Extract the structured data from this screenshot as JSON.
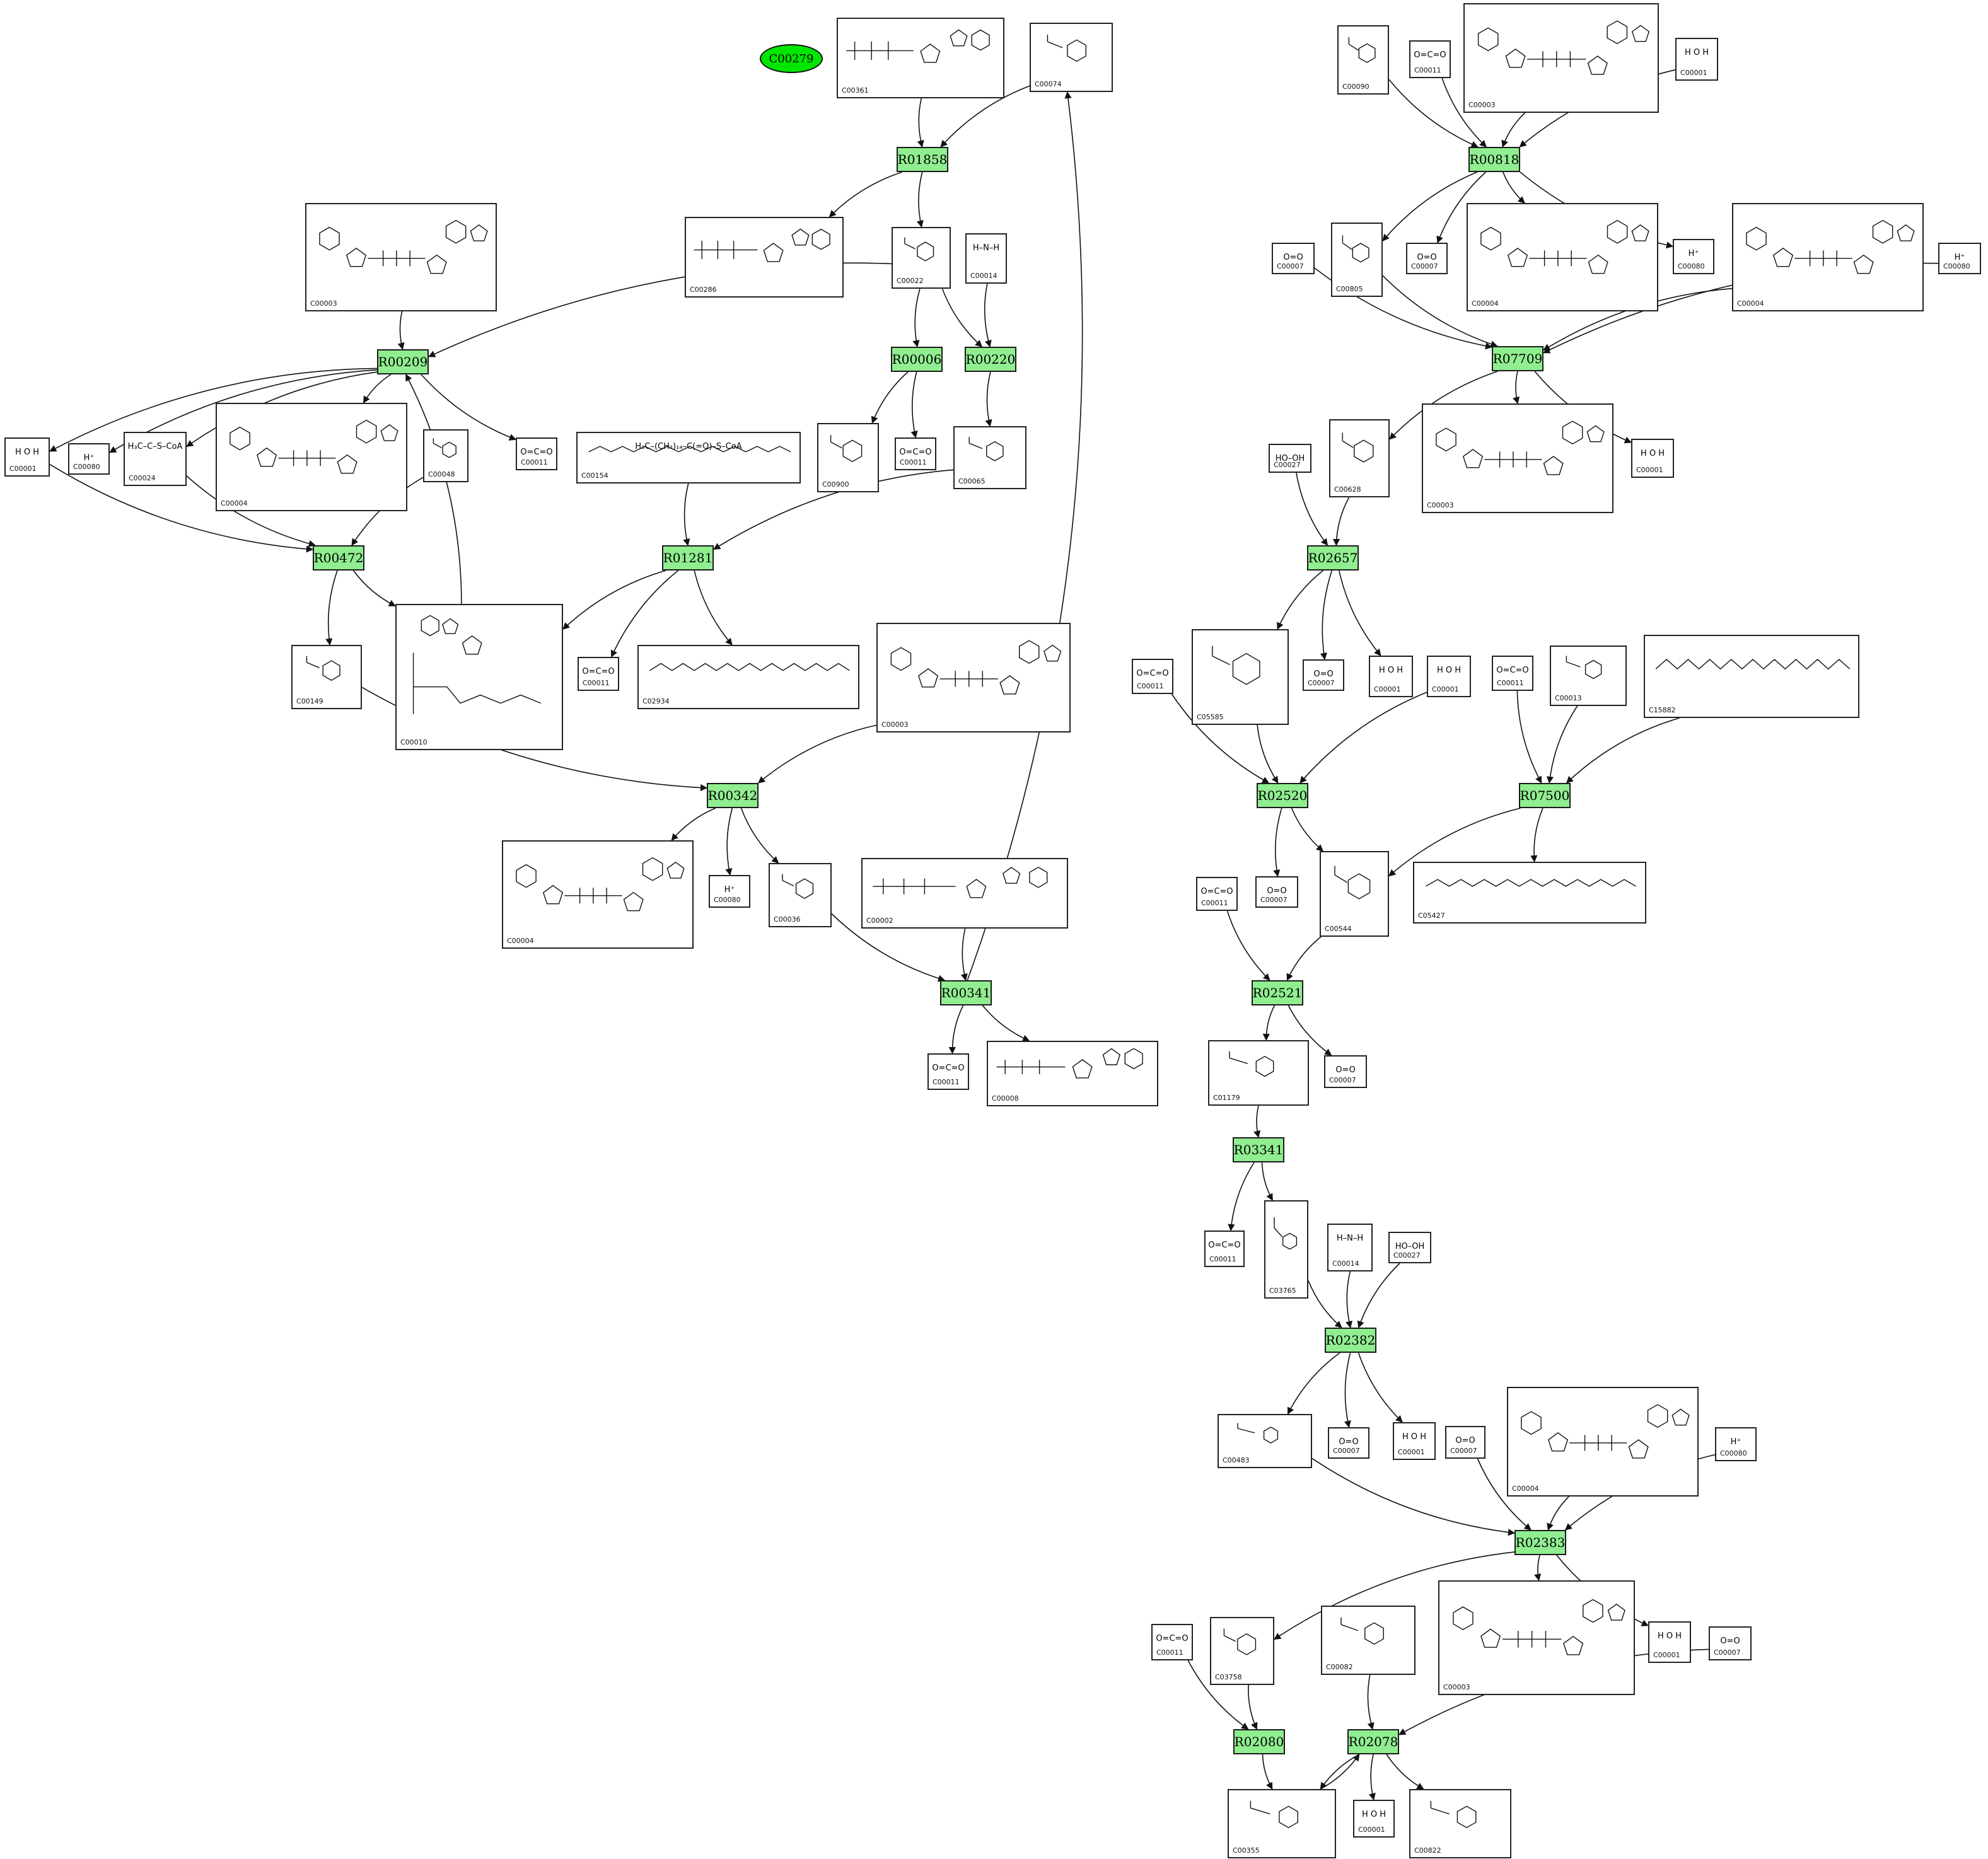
{
  "diagram": {
    "type": "KEGG reaction network",
    "root_node": "C00279",
    "colors": {
      "reaction_fill": "#90ee90",
      "root_fill": "#00e600",
      "compound_fill": "#ffffff",
      "edge": "#111111"
    }
  },
  "reactions": [
    {
      "id": "R01858"
    },
    {
      "id": "R00209"
    },
    {
      "id": "R00006"
    },
    {
      "id": "R00220"
    },
    {
      "id": "R00472"
    },
    {
      "id": "R01281"
    },
    {
      "id": "R00342"
    },
    {
      "id": "R00341"
    },
    {
      "id": "R00818"
    },
    {
      "id": "R07709"
    },
    {
      "id": "R02657"
    },
    {
      "id": "R02520"
    },
    {
      "id": "R07500"
    },
    {
      "id": "R02521"
    },
    {
      "id": "R03341"
    },
    {
      "id": "R02382"
    },
    {
      "id": "R02383"
    },
    {
      "id": "R02080"
    },
    {
      "id": "R02078"
    }
  ],
  "compounds": [
    {
      "key": "c361",
      "id": "C00361",
      "formula": "",
      "kind": "nucleotide"
    },
    {
      "key": "c74",
      "id": "C00074",
      "formula": "",
      "kind": "small"
    },
    {
      "key": "c286",
      "id": "C00286",
      "formula": "",
      "kind": "nucleotide"
    },
    {
      "key": "c3a",
      "id": "C00003",
      "formula": "",
      "kind": "nad"
    },
    {
      "key": "c22",
      "id": "C00022",
      "formula": "",
      "kind": "small"
    },
    {
      "key": "c14a",
      "id": "C00014",
      "formula": "H–N–H",
      "kind": "formula"
    },
    {
      "key": "c1a",
      "id": "C00001",
      "formula": "H   O   H",
      "kind": "formula"
    },
    {
      "key": "c80a",
      "id": "C00080",
      "formula": "H⁺",
      "kind": "formula"
    },
    {
      "key": "c24",
      "id": "C00024",
      "formula": "H₃C–C–S–CoA",
      "kind": "formula"
    },
    {
      "key": "c4a",
      "id": "C00004",
      "formula": "",
      "kind": "nad"
    },
    {
      "key": "c48",
      "id": "C00048",
      "formula": "",
      "kind": "small"
    },
    {
      "key": "c11a",
      "id": "C00011",
      "formula": "O=C=O",
      "kind": "formula"
    },
    {
      "key": "c154",
      "id": "C00154",
      "formula": "H₃C–(CH₂)₁₄–C(=O)–S–CoA",
      "kind": "chain"
    },
    {
      "key": "c900",
      "id": "C00900",
      "formula": "",
      "kind": "small"
    },
    {
      "key": "c11b",
      "id": "C00011",
      "formula": "O=C=O",
      "kind": "formula"
    },
    {
      "key": "c65",
      "id": "C00065",
      "formula": "",
      "kind": "small"
    },
    {
      "key": "c149",
      "id": "C00149",
      "formula": "",
      "kind": "small"
    },
    {
      "key": "c10",
      "id": "C00010",
      "formula": "",
      "kind": "coa"
    },
    {
      "key": "c11c",
      "id": "C00011",
      "formula": "O=C=O",
      "kind": "formula"
    },
    {
      "key": "c2934",
      "id": "C02934",
      "formula": "",
      "kind": "chain"
    },
    {
      "key": "c3b",
      "id": "C00003",
      "formula": "",
      "kind": "nad"
    },
    {
      "key": "c4b",
      "id": "C00004",
      "formula": "",
      "kind": "nad"
    },
    {
      "key": "c80b",
      "id": "C00080",
      "formula": "H⁺",
      "kind": "formula"
    },
    {
      "key": "c36",
      "id": "C00036",
      "formula": "",
      "kind": "small"
    },
    {
      "key": "c2",
      "id": "C00002",
      "formula": "",
      "kind": "nucleotide"
    },
    {
      "key": "c11d",
      "id": "C00011",
      "formula": "O=C=O",
      "kind": "formula"
    },
    {
      "key": "c8",
      "id": "C00008",
      "formula": "",
      "kind": "nucleotide"
    },
    {
      "key": "c90",
      "id": "C00090",
      "formula": "",
      "kind": "small"
    },
    {
      "key": "c11e",
      "id": "C00011",
      "formula": "O=C=O",
      "kind": "formula"
    },
    {
      "key": "c3c",
      "id": "C00003",
      "formula": "",
      "kind": "nad"
    },
    {
      "key": "c1b",
      "id": "C00001",
      "formula": "H   O   H",
      "kind": "formula"
    },
    {
      "key": "c805",
      "id": "C00805",
      "formula": "",
      "kind": "small"
    },
    {
      "key": "c7a",
      "id": "C00007",
      "formula": "O=O",
      "kind": "formula"
    },
    {
      "key": "c4c",
      "id": "C00004",
      "formula": "",
      "kind": "nad"
    },
    {
      "key": "c80c",
      "id": "C00080",
      "formula": "H⁺",
      "kind": "formula"
    },
    {
      "key": "c7b",
      "id": "C00007",
      "formula": "O=O",
      "kind": "formula"
    },
    {
      "key": "c4d",
      "id": "C00004",
      "formula": "",
      "kind": "nad"
    },
    {
      "key": "c80d",
      "id": "C00080",
      "formula": "H⁺",
      "kind": "formula"
    },
    {
      "key": "c628",
      "id": "C00628",
      "formula": "",
      "kind": "small"
    },
    {
      "key": "c3d",
      "id": "C00003",
      "formula": "",
      "kind": "nad"
    },
    {
      "key": "c1c",
      "id": "C00001",
      "formula": "H   O   H",
      "kind": "formula"
    },
    {
      "key": "c27a",
      "id": "C00027",
      "formula": "HO–OH",
      "kind": "formula"
    },
    {
      "key": "c5585",
      "id": "C05585",
      "formula": "",
      "kind": "small"
    },
    {
      "key": "c7c",
      "id": "C00007",
      "formula": "O=O",
      "kind": "formula"
    },
    {
      "key": "c1d",
      "id": "C00001",
      "formula": "H   O   H",
      "kind": "formula"
    },
    {
      "key": "c11f",
      "id": "C00011",
      "formula": "O=C=O",
      "kind": "formula"
    },
    {
      "key": "c1e",
      "id": "C00001",
      "formula": "H   O   H",
      "kind": "formula"
    },
    {
      "key": "c11g",
      "id": "C00011",
      "formula": "O=C=O",
      "kind": "formula"
    },
    {
      "key": "c13",
      "id": "C00013",
      "formula": "",
      "kind": "small"
    },
    {
      "key": "c15882",
      "id": "C15882",
      "formula": "",
      "kind": "chain"
    },
    {
      "key": "c11h",
      "id": "C00011",
      "formula": "O=C=O",
      "kind": "formula"
    },
    {
      "key": "c7d",
      "id": "C00007",
      "formula": "O=O",
      "kind": "formula"
    },
    {
      "key": "c544",
      "id": "C00544",
      "formula": "",
      "kind": "small"
    },
    {
      "key": "c5427",
      "id": "C05427",
      "formula": "",
      "kind": "chain"
    },
    {
      "key": "c1179",
      "id": "C01179",
      "formula": "",
      "kind": "small"
    },
    {
      "key": "c7e",
      "id": "C00007",
      "formula": "O=O",
      "kind": "formula"
    },
    {
      "key": "c11i",
      "id": "C00011",
      "formula": "O=C=O",
      "kind": "formula"
    },
    {
      "key": "c3765",
      "id": "C03765",
      "formula": "",
      "kind": "small"
    },
    {
      "key": "c14b",
      "id": "C00014",
      "formula": "H–N–H",
      "kind": "formula"
    },
    {
      "key": "c27b",
      "id": "C00027",
      "formula": "HO–OH",
      "kind": "formula"
    },
    {
      "key": "c483",
      "id": "C00483",
      "formula": "",
      "kind": "small"
    },
    {
      "key": "c7f",
      "id": "C00007",
      "formula": "O=O",
      "kind": "formula"
    },
    {
      "key": "c1f",
      "id": "C00001",
      "formula": "H   O   H",
      "kind": "formula"
    },
    {
      "key": "c7g",
      "id": "C00007",
      "formula": "O=O",
      "kind": "formula"
    },
    {
      "key": "c4e",
      "id": "C00004",
      "formula": "",
      "kind": "nad"
    },
    {
      "key": "c80e",
      "id": "C00080",
      "formula": "H⁺",
      "kind": "formula"
    },
    {
      "key": "c11j",
      "id": "C00011",
      "formula": "O=C=O",
      "kind": "formula"
    },
    {
      "key": "c3758",
      "id": "C03758",
      "formula": "",
      "kind": "small"
    },
    {
      "key": "c82",
      "id": "C00082",
      "formula": "",
      "kind": "small"
    },
    {
      "key": "c3e",
      "id": "C00003",
      "formula": "",
      "kind": "nad"
    },
    {
      "key": "c1g",
      "id": "C00001",
      "formula": "H   O   H",
      "kind": "formula"
    },
    {
      "key": "c7h",
      "id": "C00007",
      "formula": "O=O",
      "kind": "formula"
    },
    {
      "key": "c355",
      "id": "C00355",
      "formula": "",
      "kind": "small"
    },
    {
      "key": "c1h",
      "id": "C00001",
      "formula": "H   O   H",
      "kind": "formula"
    },
    {
      "key": "c822",
      "id": "C00822",
      "formula": "",
      "kind": "small"
    }
  ],
  "edges": [
    [
      "c361",
      "R01858"
    ],
    [
      "c74",
      "R01858"
    ],
    [
      "R01858",
      "c286"
    ],
    [
      "R01858",
      "c22"
    ],
    [
      "c3a",
      "R00209"
    ],
    [
      "c22",
      "R00209"
    ],
    [
      "R00209",
      "c1a_x"
    ],
    [
      "R00209",
      "c80a"
    ],
    [
      "R00209",
      "c24"
    ],
    [
      "R00209",
      "c4a"
    ],
    [
      "R00209",
      "c11a"
    ],
    [
      "c1a",
      "R00472"
    ],
    [
      "c24",
      "R00472"
    ],
    [
      "c48",
      "R00472"
    ],
    [
      "R00472",
      "c149"
    ],
    [
      "R00472",
      "c10"
    ],
    [
      "c10",
      "R00209"
    ],
    [
      "c22",
      "R00006"
    ],
    [
      "R00006",
      "c900"
    ],
    [
      "R00006",
      "c11b"
    ],
    [
      "c22",
      "R00220"
    ],
    [
      "c14a",
      "R00220"
    ],
    [
      "R00220",
      "c65"
    ],
    [
      "c154",
      "R01281"
    ],
    [
      "c65",
      "R01281"
    ],
    [
      "R01281",
      "c10"
    ],
    [
      "R01281",
      "c11c"
    ],
    [
      "R01281",
      "c2934"
    ],
    [
      "c149",
      "R00342"
    ],
    [
      "c3b",
      "R00342"
    ],
    [
      "R00342",
      "c4b"
    ],
    [
      "R00342",
      "c80b"
    ],
    [
      "R00342",
      "c36"
    ],
    [
      "c36",
      "R00341"
    ],
    [
      "c2",
      "R00341"
    ],
    [
      "R00341",
      "c11d"
    ],
    [
      "R00341",
      "c8"
    ],
    [
      "R00341",
      "c74"
    ],
    [
      "c90",
      "R00818"
    ],
    [
      "c11e",
      "R00818"
    ],
    [
      "c3c",
      "R00818"
    ],
    [
      "c1b",
      "R00818"
    ],
    [
      "R00818",
      "c805"
    ],
    [
      "R00818",
      "c7a"
    ],
    [
      "R00818",
      "c4c"
    ],
    [
      "R00818",
      "c80c"
    ],
    [
      "c7b",
      "R07709"
    ],
    [
      "c805",
      "R07709"
    ],
    [
      "c4d",
      "R07709"
    ],
    [
      "c80d",
      "R07709"
    ],
    [
      "R07709",
      "c628"
    ],
    [
      "R07709",
      "c3d"
    ],
    [
      "R07709",
      "c1c"
    ],
    [
      "c27a",
      "R02657"
    ],
    [
      "c628",
      "R02657"
    ],
    [
      "R02657",
      "c5585"
    ],
    [
      "R02657",
      "c7c"
    ],
    [
      "R02657",
      "c1d"
    ],
    [
      "c11f",
      "R02520"
    ],
    [
      "c5585",
      "R02520"
    ],
    [
      "c1e",
      "R02520"
    ],
    [
      "R02520",
      "c7d"
    ],
    [
      "R02520",
      "c544"
    ],
    [
      "c11g",
      "R07500"
    ],
    [
      "c13",
      "R07500"
    ],
    [
      "c15882",
      "R07500"
    ],
    [
      "R07500",
      "c544"
    ],
    [
      "R07500",
      "c5427"
    ],
    [
      "c11h",
      "R02521"
    ],
    [
      "c544",
      "R02521"
    ],
    [
      "R02521",
      "c1179"
    ],
    [
      "R02521",
      "c7e"
    ],
    [
      "c1179",
      "R03341"
    ],
    [
      "R03341",
      "c11i"
    ],
    [
      "R03341",
      "c3765"
    ],
    [
      "c3765",
      "R02382"
    ],
    [
      "c14b",
      "R02382"
    ],
    [
      "c27b",
      "R02382"
    ],
    [
      "R02382",
      "c483"
    ],
    [
      "R02382",
      "c7f"
    ],
    [
      "R02382",
      "c1f"
    ],
    [
      "c483",
      "R02383"
    ],
    [
      "c7g",
      "R02383"
    ],
    [
      "c4e",
      "R02383"
    ],
    [
      "c80e",
      "R02383"
    ],
    [
      "R02383",
      "c3758"
    ],
    [
      "R02383",
      "c3e"
    ],
    [
      "R02383",
      "c1g"
    ],
    [
      "c11j",
      "R02080"
    ],
    [
      "c3758",
      "R02080"
    ],
    [
      "R02080",
      "c355"
    ],
    [
      "c82",
      "R02078"
    ],
    [
      "c7h",
      "R02078"
    ],
    [
      "R02078",
      "c355"
    ],
    [
      "c355",
      "R02078"
    ],
    [
      "R02078",
      "c1h"
    ],
    [
      "R02078",
      "c822"
    ]
  ]
}
